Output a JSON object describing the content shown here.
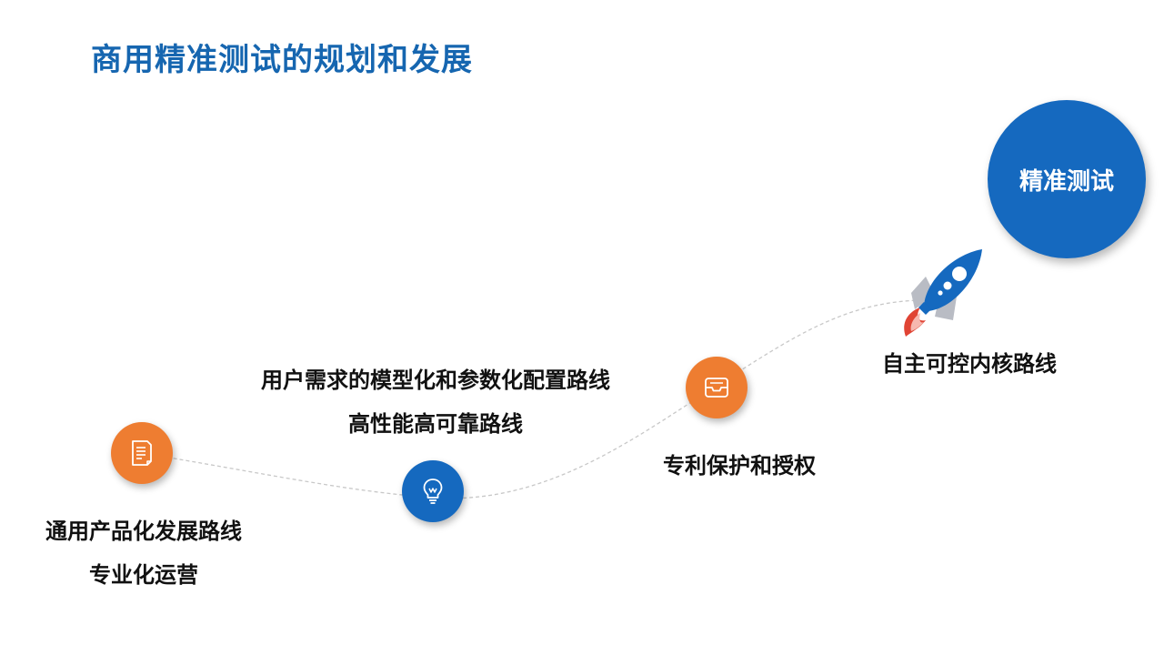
{
  "title": "商用精准测试的规划和发展",
  "target": {
    "label": "精准测试"
  },
  "steps": [
    {
      "icon": "document-icon",
      "color": "#ee7d31",
      "lines": [
        "通用产品化发展路线",
        "专业化运营"
      ]
    },
    {
      "icon": "lightbulb-icon",
      "color": "#1569bf",
      "lines": [
        "用户需求的模型化和参数化配置路线",
        "高性能高可靠路线"
      ]
    },
    {
      "icon": "inbox-tray-icon",
      "color": "#ee7d31",
      "lines": [
        "专利保护和授权"
      ]
    },
    {
      "icon": "rocket-icon",
      "color": "#1569bf",
      "lines": [
        "自主可控内核路线"
      ]
    }
  ],
  "colors": {
    "title": "#1666b0",
    "orange": "#ee7d31",
    "blue": "#1569bf",
    "path": "#c8c8c8"
  }
}
